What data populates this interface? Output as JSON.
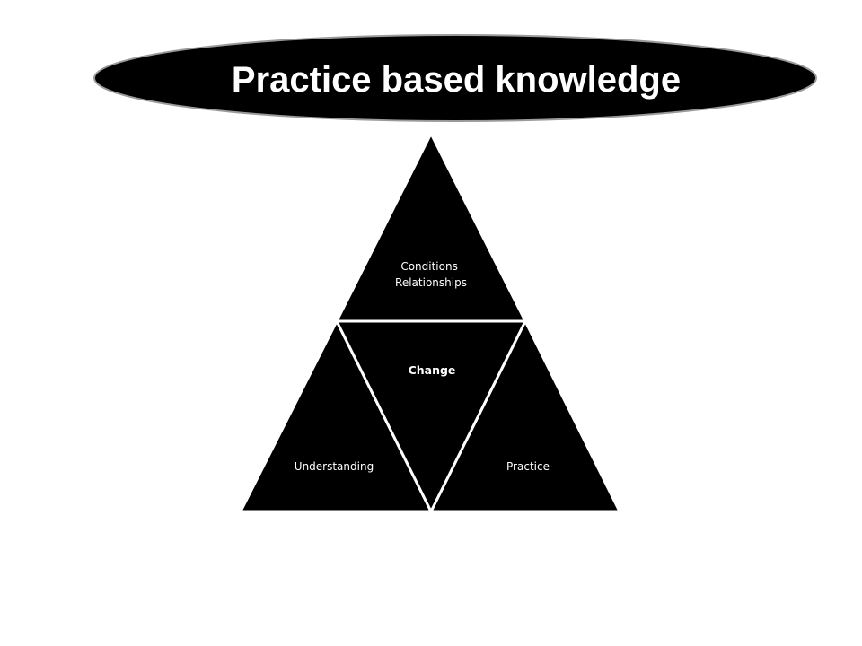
{
  "title": "Practice based knowledge",
  "triangles": {
    "top": {
      "line1": "Conditions",
      "line2": "Relationships"
    },
    "center": {
      "label": "Change"
    },
    "left": {
      "label": "Understanding"
    },
    "right": {
      "label": "Practice"
    }
  },
  "colors": {
    "shape_fill": "#000000",
    "shape_stroke": "#ffffff",
    "title_text": "#ffffff",
    "ellipse_border": "#9a9a9a"
  }
}
